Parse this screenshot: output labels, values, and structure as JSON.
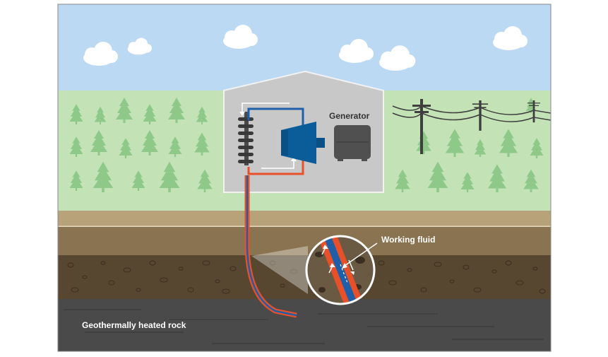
{
  "labels": {
    "generator": "Generator",
    "working_fluid": "Working fluid",
    "heated_rock": "Geothermally heated rock"
  },
  "colors": {
    "sky": "#bcd9f3",
    "grass": "#c3e3b7",
    "tree": "#8ec98a",
    "building": "#c8c8c8",
    "building_stroke": "#f2f2f2",
    "soil_top": "#b8a27a",
    "soil_mid": "#8a7350",
    "soil_dark": "#574731",
    "rock": "#4a4a4a",
    "hot_pipe": "#e8502a",
    "cold_pipe": "#1f5fa8",
    "turbine": "#0b5d9a",
    "generator_box": "#505050",
    "label_on_light": "#333333",
    "label_on_dark": "#ffffff"
  },
  "icons": [
    "cloud-icon",
    "tree-icon",
    "power-pole-icon",
    "turbine-icon",
    "heat-exchanger-icon",
    "generator-icon",
    "flow-arrow-icon"
  ]
}
